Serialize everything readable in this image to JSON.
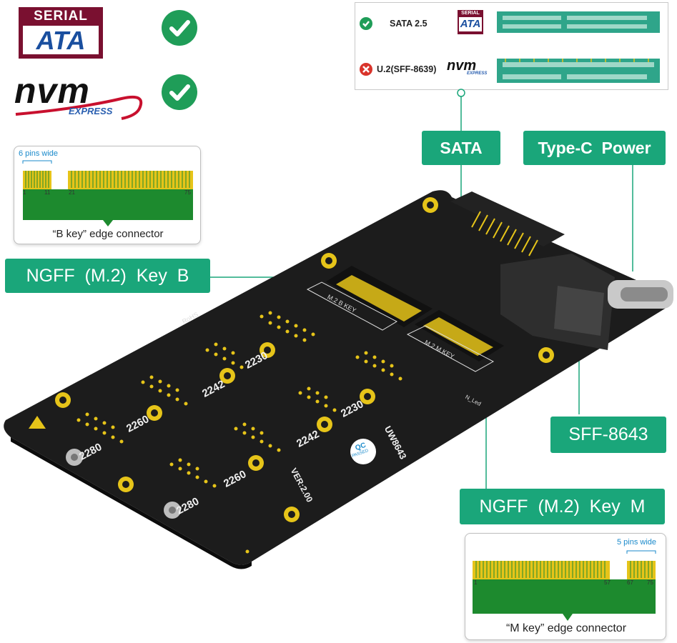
{
  "logos": {
    "sata_top": "SERIAL",
    "sata_bottom": "ATA",
    "nvm_big": "nvm",
    "nvm_small": "EXPRESS"
  },
  "legend": {
    "row1_label": "SATA 2.5",
    "row2_label": "U.2(SFF-8639)",
    "sata_mini_top": "SERIAL",
    "sata_mini_bottom": "ATA",
    "nvm_mini_big": "nvm",
    "nvm_mini_small": "EXPRESS",
    "row1_status_icon": "check-icon",
    "row2_status_icon": "cross-icon"
  },
  "callouts": {
    "sata": "SATA",
    "type_c": "Type-C  Power",
    "key_b": "NGFF  (M.2)  Key  B",
    "sff": "SFF-8643",
    "key_m": "NGFF  (M.2)  Key  M"
  },
  "b_key": {
    "pins_label": "6 pins wide",
    "pin_1": "1",
    "pin_11": "11",
    "pin_21": "21",
    "pin_75": "75",
    "caption": "“B key” edge connector"
  },
  "m_key": {
    "pins_label": "5 pins wide",
    "pin_1": "1",
    "pin_57": "57",
    "pin_67": "67",
    "pin_75": "75",
    "caption": "“M key” edge connector"
  },
  "board": {
    "len_2230a": "2230",
    "len_2242a": "2242",
    "len_2260a": "2260",
    "len_2280a": "2280",
    "len_2230b": "2230",
    "len_2242b": "2242",
    "len_2260b": "2260",
    "len_2280b": "2280",
    "model": "UW8643",
    "version": "VER:2.00",
    "qc_top": "QC",
    "qc_bottom": "PASSED",
    "slot_b_label": "M.2 B KEY",
    "slot_m_label": "M.2 M KEY",
    "rohs": "RoHS",
    "led_label": "N_Led"
  },
  "colors": {
    "callout_green": "#1aa67a",
    "check_green": "#1f9d58",
    "board_black": "#1c1c1c",
    "gold": "#e6c419",
    "pcb_green": "#1d8a2e",
    "sata_red": "#7a1030",
    "error_red": "#d9342b"
  }
}
